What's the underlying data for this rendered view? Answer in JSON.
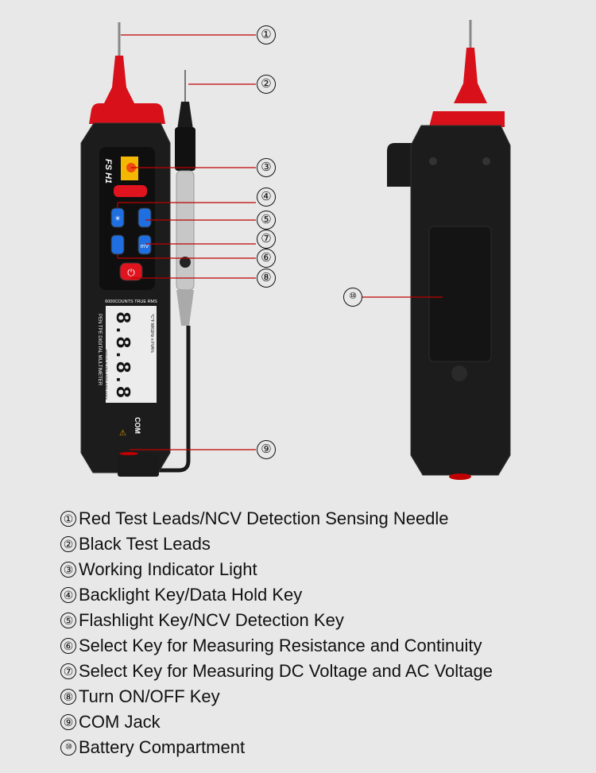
{
  "device_front": {
    "model": "FS H1",
    "lcd_top": "6000COUNTS TRUE RMS",
    "lcd_digits": "8.8.8.8",
    "lcd_side": "PEN TPE DIGITAL MULTIMETER",
    "lcd_modes": "HOLD AUTO APO MIN MAX",
    "lcd_units": "°C°F MKΩHz n FVA%",
    "com_label": "COM",
    "button_mv": "mV"
  },
  "callouts": [
    "①",
    "②",
    "③",
    "④",
    "⑤",
    "⑥",
    "⑦",
    "⑧",
    "⑨",
    "⑩"
  ],
  "legend": [
    {
      "num": "①",
      "text": "Red Test Leads/NCV Detection Sensing Needle"
    },
    {
      "num": "②",
      "text": "Black Test Leads"
    },
    {
      "num": "③",
      "text": "Working Indicator Light"
    },
    {
      "num": "④",
      "text": "Backlight Key/Data Hold Key"
    },
    {
      "num": "⑤",
      "text": "Flashlight Key/NCV Detection Key"
    },
    {
      "num": "⑥",
      "text": "Select Key for Measuring Resistance and Continuity"
    },
    {
      "num": "⑦",
      "text": "Select Key for Measuring DC Voltage and AC Voltage"
    },
    {
      "num": "⑧",
      "text": "Turn ON/OFF Key"
    },
    {
      "num": "⑨",
      "text": "COM Jack"
    },
    {
      "num": "⑩",
      "text": "Battery Compartment"
    }
  ],
  "colors": {
    "background": "#e8e8e8",
    "leader_line": "#c00000",
    "body": "#1c1c1c",
    "accent_red": "#e0141e",
    "button_blue": "#1f6fe0",
    "indicator_yellow": "#f5b800"
  }
}
